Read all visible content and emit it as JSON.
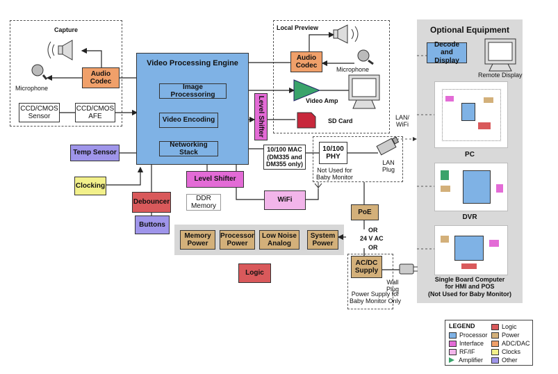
{
  "groups": {
    "capture": "Capture",
    "local_preview": "Local Preview",
    "optional_equipment": "Optional Equipment"
  },
  "blocks": {
    "vpe_title": "Video Processing Engine",
    "image_processing": "Image Processoring",
    "video_encoding": "Video Encoding",
    "networking_stack": "Networking Stack",
    "level_shifter_vertical": "Level Shifter",
    "level_shifter": "Level Shifter",
    "audio_codec_capture": "Audio\nCodec",
    "audio_codec_preview": "Audio\nCodec",
    "ccd_sensor": "CCD/CMOS\nSensor",
    "ccd_afe": "CCD/CMOS\nAFE",
    "temp_sensor": "Temp Sensor",
    "clocking": "Clocking",
    "debouncer": "Debouncer",
    "buttons": "Buttons",
    "ddr_memory": "DDR\nMemory",
    "wifi": "WiFi",
    "mac": "10/100 MAC\n(DM335 and\nDM355 only)",
    "phy": "10/100\nPHY",
    "poe": "PoE",
    "memory_power": "Memory\nPower",
    "processor_power": "Processor\nPower",
    "low_noise_analog": "Low Noise\nAnalog",
    "system_power": "System\nPower",
    "acdc_supply": "AC/DC\nSupply",
    "logic": "Logic",
    "decode_display": "Decode and\nDisplay"
  },
  "labels": {
    "microphone_capture": "Microphone",
    "microphone_preview": "Microphone",
    "video_amp": "Video Amp",
    "sd_card": "SD Card",
    "not_used_baby": "Not Used for\nBaby Monitor",
    "lan_plug": "LAN\nPlug",
    "lan_wifi": "LAN/\nWiFi",
    "or1": "OR",
    "ac24": "24 V AC",
    "or2": "OR",
    "wall_plug": "Wall\nPlug",
    "power_supply_note": "Power Supply for\nBaby Monitor Only",
    "remote_display": "Remote Display",
    "pc": "PC",
    "dvr": "DVR",
    "sbc": "Single Board Computer\nfor HMI and POS\n(Not Used for Baby Monitor)"
  },
  "legend": {
    "title": "LEGEND",
    "items": [
      {
        "label": "Processor",
        "color": "#7fb2e5"
      },
      {
        "label": "Interface",
        "color": "#e36bd6"
      },
      {
        "label": "RF/IF",
        "color": "#f2b5ea"
      },
      {
        "label": "Amplifier",
        "color": "#3aa36b"
      },
      {
        "label": "Logic",
        "color": "#d9595b"
      },
      {
        "label": "Power",
        "color": "#d3b07a"
      },
      {
        "label": "ADC/DAC",
        "color": "#f0a06a"
      },
      {
        "label": "Clocks",
        "color": "#f2f08a"
      },
      {
        "label": "Other",
        "color": "#9f95ea"
      }
    ]
  }
}
